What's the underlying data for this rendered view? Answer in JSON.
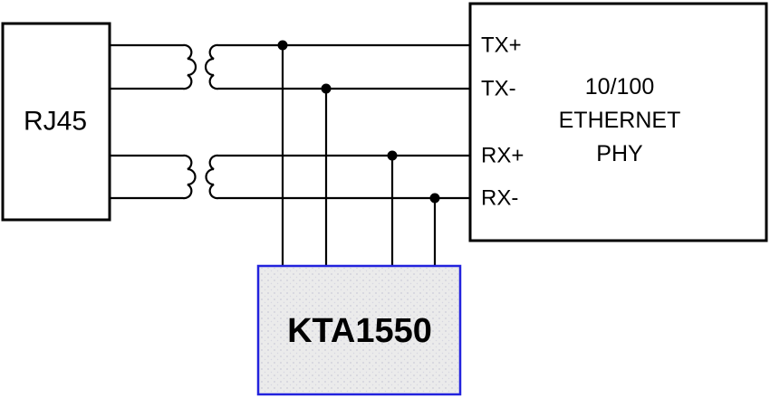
{
  "colors": {
    "background": "#ffffff",
    "wire": "#000000",
    "box_border": "#000000",
    "box_fill": "#ffffff",
    "text": "#000000",
    "kta_border": "#2222dd",
    "kta_fill": "#ebebeb"
  },
  "rj45": {
    "label": "RJ45"
  },
  "phy": {
    "title_line1": "10/100",
    "title_line2": "ETHERNET",
    "title_line3": "PHY",
    "pins": [
      {
        "label": "TX+"
      },
      {
        "label": "TX-"
      },
      {
        "label": "RX+"
      },
      {
        "label": "RX-"
      }
    ]
  },
  "kta1550": {
    "label": "KTA1550"
  }
}
